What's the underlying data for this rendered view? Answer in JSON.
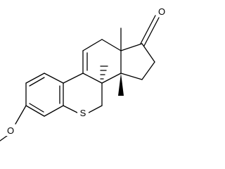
{
  "molecule": {
    "atoms": {
      "oxygen_ketone": "O",
      "sulfur": "S",
      "oxygen_ether": "O",
      "methyl_c13": "Me",
      "methyl_c9": "Me",
      "methyl_c14": "Me"
    },
    "stereo": {
      "c9_methyl": "hashed-wedge",
      "c14_methyl": "wedge"
    },
    "colors": {
      "bond": "#000000",
      "background": "#ffffff"
    }
  }
}
